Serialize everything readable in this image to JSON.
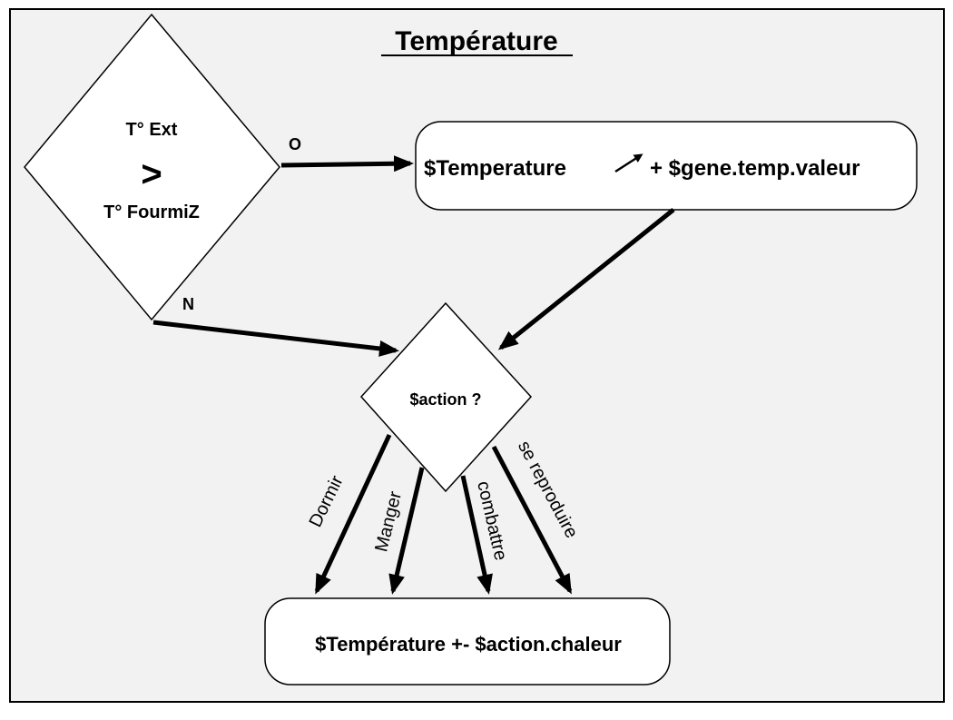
{
  "title": "Température",
  "decision1": {
    "line1": "T° Ext",
    "operator": ">",
    "line2": "T° FourmiZ",
    "yes_label": "O",
    "no_label": "N"
  },
  "process1": {
    "text_before": "$Temperature",
    "arrow_icon": "increase-arrow-icon",
    "text_after": "+ $gene.temp.valeur"
  },
  "decision2": {
    "text": "$action ?"
  },
  "branches": [
    "Dormir",
    "Manger",
    "combattre",
    "se reproduire"
  ],
  "process2": {
    "text": "$Température +- $action.chaleur"
  },
  "colors": {
    "background": "#f2f2f2",
    "stroke": "#000000",
    "shape_fill": "#ffffff"
  }
}
